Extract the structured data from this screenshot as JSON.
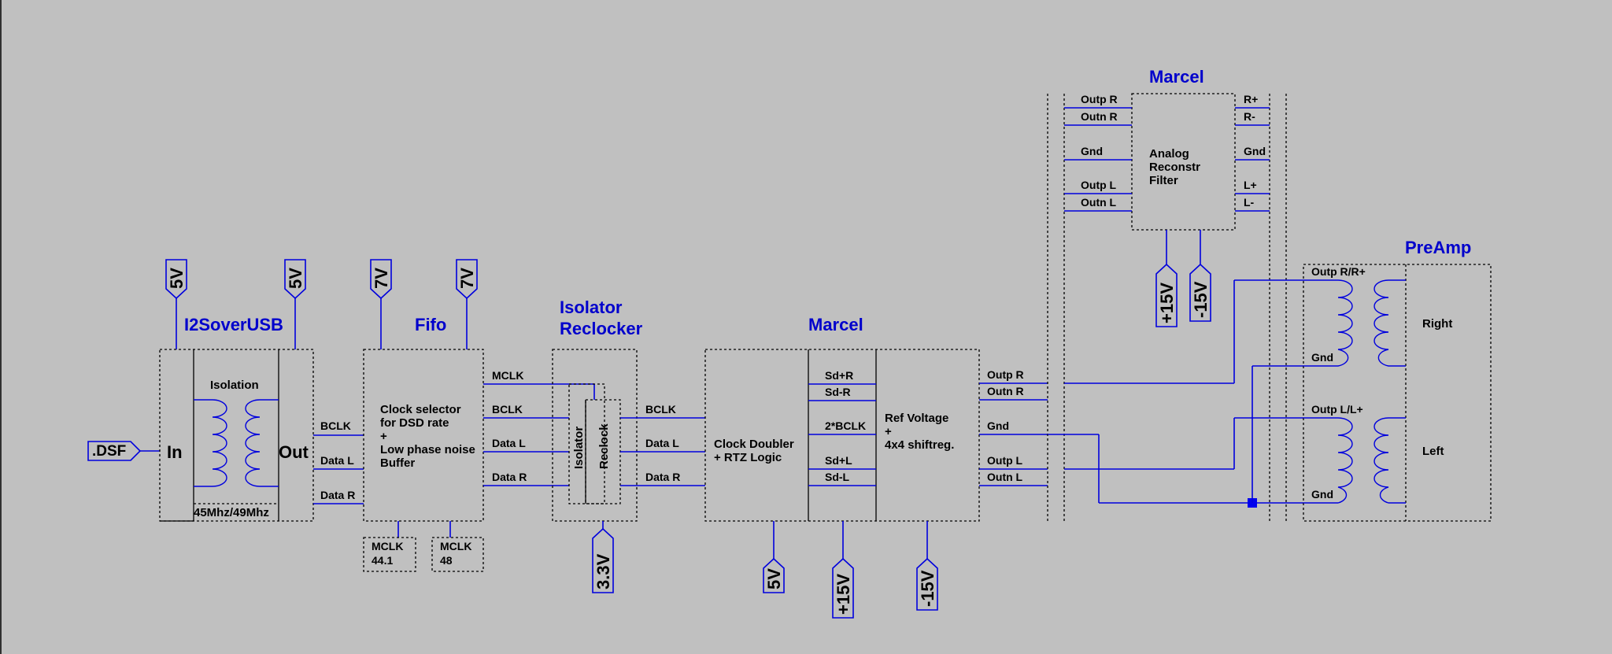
{
  "titles": {
    "i2s": "I2SoverUSB",
    "fifo": "Fifo",
    "iso1": "Isolator",
    "iso2": "Reclocker",
    "marcel_mid": "Marcel",
    "marcel_top": "Marcel",
    "preamp": "PreAmp"
  },
  "power": {
    "p5v_a": "5V",
    "p5v_b": "5V",
    "p7v_a": "7V",
    "p7v_b": "7V",
    "p33v": "3.3V",
    "p5v_c": "5V",
    "p15v_mid": "+15V",
    "m15v_mid": "-15V",
    "p15v_top": "+15V",
    "m15v_top": "-15V"
  },
  "input_port": ".DSF",
  "i2s_block": {
    "in": "In",
    "out": "Out",
    "isolation": "Isolation",
    "freq": "45Mhz/49Mhz",
    "bclk": "BCLK",
    "data_l": "Data L",
    "data_r": "Data R"
  },
  "fifo_block": {
    "desc1": "Clock selector",
    "desc2": "for DSD rate",
    "desc3": "+",
    "desc4": "Low phase noise",
    "desc5": "Buffer",
    "mclk": "MCLK",
    "bclk": "BCLK",
    "data_l": "Data L",
    "data_r": "Data R",
    "mclk441_a": "MCLK",
    "mclk441_b": "44.1",
    "mclk48_a": "MCLK",
    "mclk48_b": "48"
  },
  "iso_block": {
    "isolator": "Isolator",
    "reclock": "Reclock",
    "bclk": "BCLK",
    "data_l": "Data L",
    "data_r": "Data R"
  },
  "marcel_mid_block": {
    "doubler1": "Clock Doubler",
    "doubler2": "+ RTZ Logic",
    "sdpr": "Sd+R",
    "sdmr": "Sd-R",
    "bclk2": "2*BCLK",
    "sdpl": "Sd+L",
    "sdml": "Sd-L",
    "ref1": "Ref Voltage",
    "ref2": "+",
    "ref3": "4x4 shiftreg.",
    "outpr": "Outp R",
    "outnr": "Outn R",
    "gnd": "Gnd",
    "outpl": "Outp L",
    "outnl": "Outn L"
  },
  "marcel_top_block": {
    "outpr": "Outp R",
    "outnr": "Outn R",
    "gnd": "Gnd",
    "outpl": "Outp L",
    "outnl": "Outn L",
    "f1": "Analog",
    "f2": "Reconstr",
    "f3": "Filter",
    "rp": "R+",
    "rm": "R-",
    "gnd_r": "Gnd",
    "lp": "L+",
    "lm": "L-"
  },
  "preamp_block": {
    "outpr": "Outp R/R+",
    "gnd_r": "Gnd",
    "right": "Right",
    "outpl": "Outp L/L+",
    "gnd_l": "Gnd",
    "left": "Left"
  },
  "colors": {
    "wire": "#0000dd",
    "title": "#0000cc",
    "background": "#c0c0c0"
  }
}
